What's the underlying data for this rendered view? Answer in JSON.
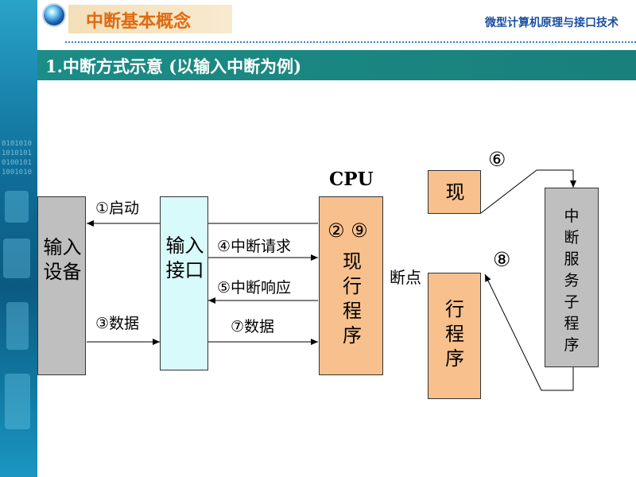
{
  "header": {
    "title": "中断基本概念",
    "course": "微型计算机原理与接口技术"
  },
  "section": {
    "heading": "1.中断方式示意 (以输入中断为例)"
  },
  "diagram": {
    "input_device": "输入设备",
    "input_interface": "输入接口",
    "cpu_label": "CPU",
    "cpu_steps": "② ⑨",
    "cpu_program": "现行程序",
    "label_start": "①启动",
    "label_data_in": "③数据",
    "label_irq": "④中断请求",
    "label_ack": "⑤中断响应",
    "label_data_out": "⑦数据",
    "breakpoint": "断点",
    "current_top": "现",
    "current_bottom": "行程序",
    "step6": "⑥",
    "step8": "⑧",
    "isr": "中断服务子程序"
  },
  "colors": {
    "device_box": "#bfbfbf",
    "interface_box": "#d9fafa",
    "program_box": "#f8c08c",
    "heading_bar": "#1c8c86"
  }
}
